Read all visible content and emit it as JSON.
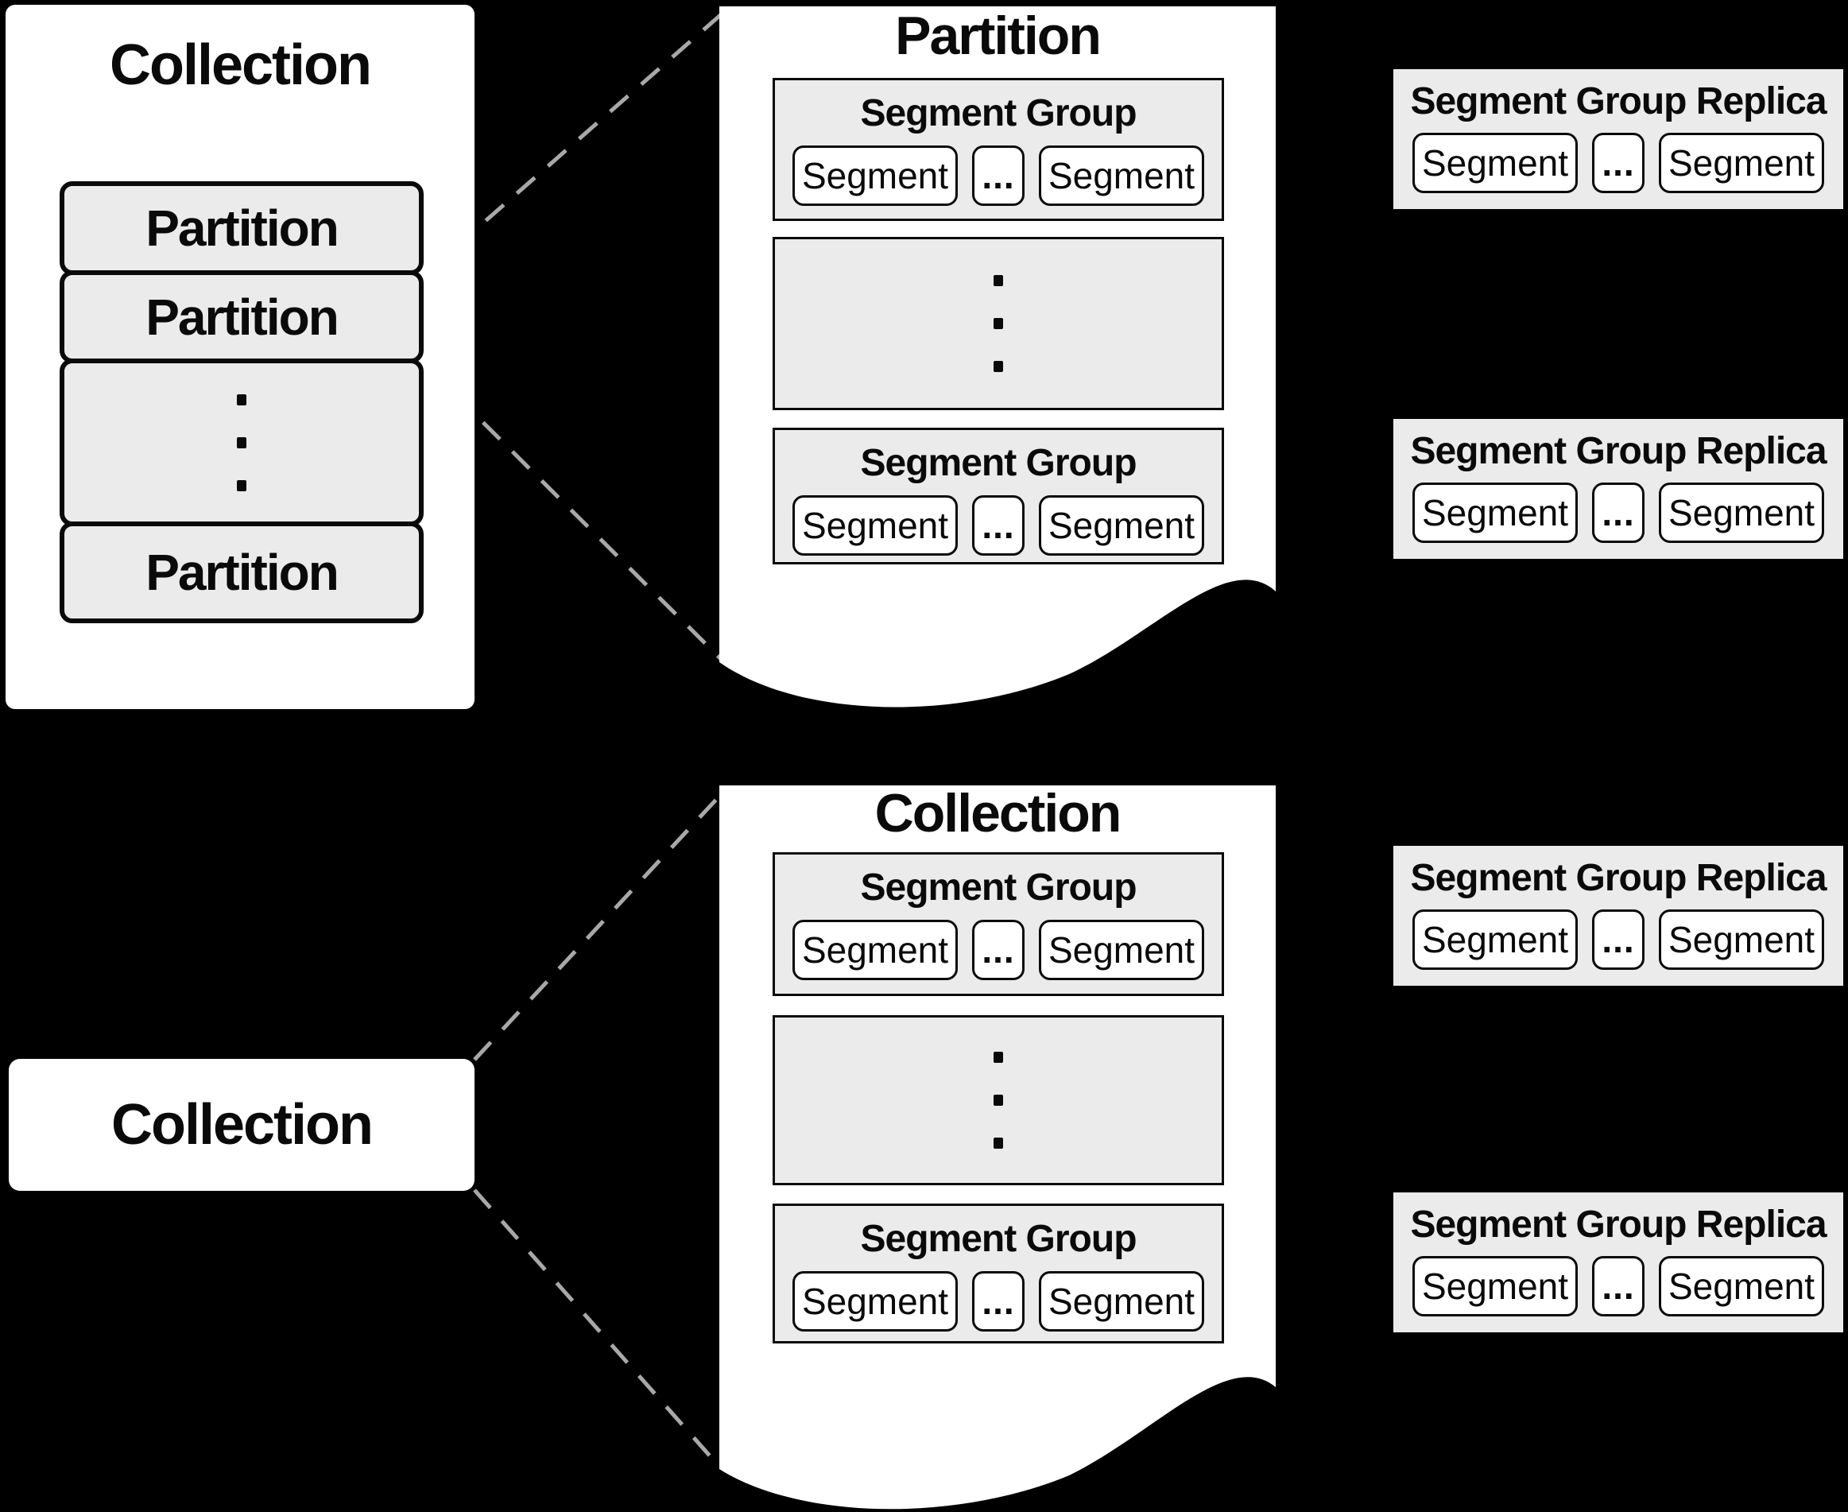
{
  "colors": {
    "background": "#000000",
    "panel": "#ffffff",
    "box_fill": "#ebebeb",
    "border": "#0a0a0a",
    "dash_line": "#a8a8a8"
  },
  "collection_panel": {
    "title": "Collection",
    "partitions": [
      "Partition",
      "Partition",
      "Partition"
    ]
  },
  "collection_card": {
    "title": "Collection"
  },
  "pages": [
    {
      "title": "Partition",
      "groups": [
        {
          "title": "Segment Group",
          "segments": [
            "Segment",
            "Segment"
          ],
          "ellipsis": "..."
        },
        {
          "title": "Segment Group",
          "segments": [
            "Segment",
            "Segment"
          ],
          "ellipsis": "..."
        }
      ]
    },
    {
      "title": "Collection",
      "groups": [
        {
          "title": "Segment Group",
          "segments": [
            "Segment",
            "Segment"
          ],
          "ellipsis": "..."
        },
        {
          "title": "Segment Group",
          "segments": [
            "Segment",
            "Segment"
          ],
          "ellipsis": "..."
        }
      ]
    }
  ],
  "replicas": [
    {
      "title": "Segment Group Replica",
      "segments": [
        "Segment",
        "Segment"
      ],
      "ellipsis": "..."
    },
    {
      "title": "Segment Group Replica",
      "segments": [
        "Segment",
        "Segment"
      ],
      "ellipsis": "..."
    },
    {
      "title": "Segment Group Replica",
      "segments": [
        "Segment",
        "Segment"
      ],
      "ellipsis": "..."
    },
    {
      "title": "Segment Group Replica",
      "segments": [
        "Segment",
        "Segment"
      ],
      "ellipsis": "..."
    }
  ]
}
